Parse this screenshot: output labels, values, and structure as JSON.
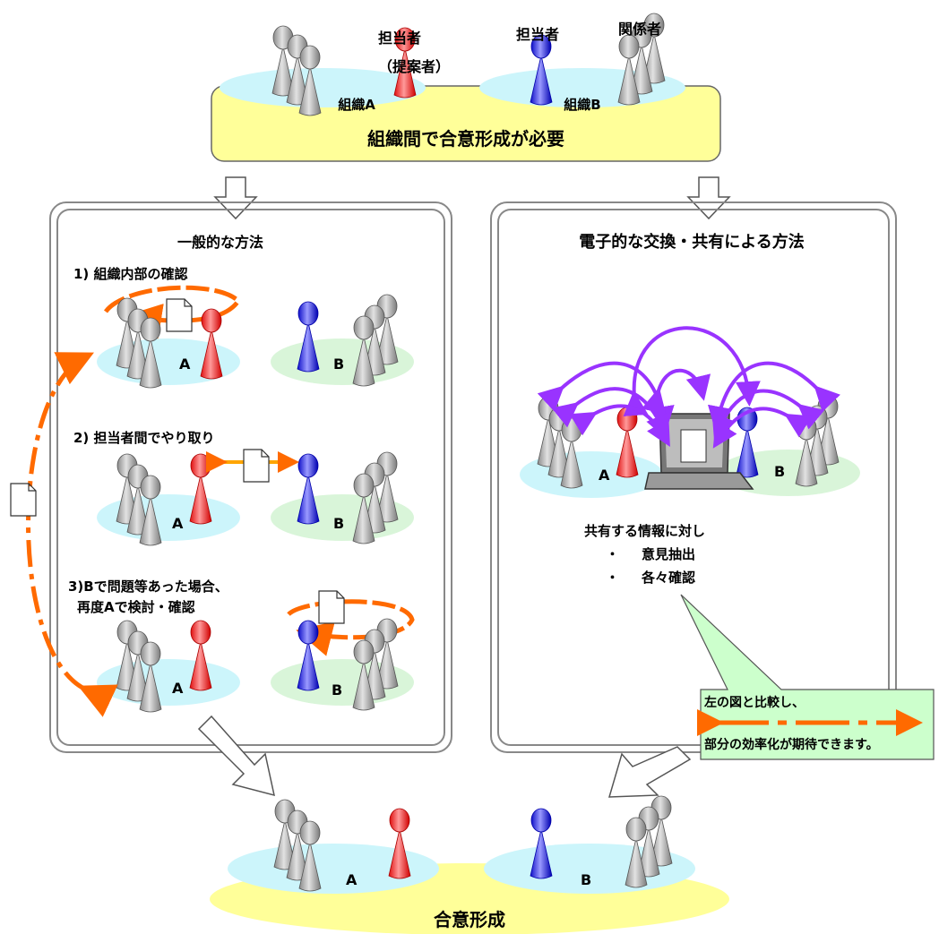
{
  "top": {
    "person_left_label": "担当者",
    "person_left_sublabel": "（提案者）",
    "person_mid_label": "担当者",
    "person_right_label": "関係者",
    "org_a_label": "組織A",
    "org_b_label": "組織B",
    "banner": "組織間で合意形成が必要"
  },
  "left_panel": {
    "title": "一般的な方法",
    "step1": "1)  組織内部の確認",
    "step2": "2)  担当者間でやり取り",
    "step3_line1": "3)Bで問題等あった場合、",
    "step3_line2": "再度Aで検討・確認",
    "label_a": "A",
    "label_b": "B"
  },
  "right_panel": {
    "title": "電子的な交換・共有による方法",
    "subtitle": "共有する情報に対し",
    "bullet_mark": "・",
    "bullet1": "意見抽出",
    "bullet2": "各々確認",
    "label_a": "A",
    "label_b": "B"
  },
  "callout": {
    "line1": "左の図と比較し、",
    "line2": "部分の効率化が期待できます。"
  },
  "bottom": {
    "label_a": "A",
    "label_b": "B",
    "banner": "合意形成"
  },
  "colors": {
    "gray_person": "#a6a6a6",
    "red_person": "#ff3b3b",
    "blue_person": "#3333ff",
    "cyan_platform": "#ccf5fb",
    "green_platform": "#d9f5d9",
    "yellow_banner": "#ffff99",
    "orange_arrow": "#ff6a00",
    "purple_arrow": "#9933ff",
    "callout_fill": "#ccffcc"
  }
}
